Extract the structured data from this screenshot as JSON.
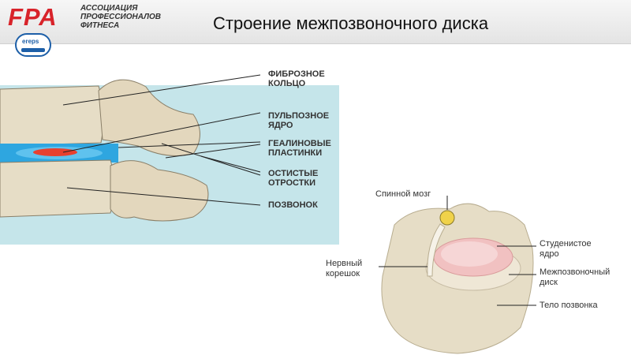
{
  "header": {
    "logo": "FPA",
    "org_lines": [
      "АССОЦИАЦИЯ",
      "ПРОФЕССИОНАЛОВ",
      "ФИТНЕСА"
    ],
    "title": "Строение межпозвоночного диска",
    "badge": "ereps"
  },
  "spine_diagram": {
    "labels": {
      "fibrous_ring": [
        "ФИБРОЗНОЕ",
        "КОЛЬЦО"
      ],
      "nucleus": [
        "ПУЛЬПОЗНОЕ",
        "ЯДРО"
      ],
      "hyaline": [
        "ГЕАЛИНОВЫЕ",
        "ПЛАСТИНКИ"
      ],
      "spinous": [
        "ОСТИСТЫЕ",
        "ОТРОСТКИ"
      ],
      "vertebra": [
        "ПОЗВОНОК"
      ]
    }
  },
  "disc_diagram": {
    "labels": {
      "spinal_cord": "Спинной мозг",
      "nerve_root": [
        "Нервный",
        "корешок"
      ],
      "gel_nucleus": [
        "Студенистое",
        "ядро"
      ],
      "disc": [
        "Межпозвоночный",
        "диск"
      ],
      "vertebral_body": "Тело позвонка"
    }
  },
  "colors": {
    "logo_red": "#d8232a",
    "panel_bg": "#c5e5ea",
    "disc_blue": "#2ea6e0",
    "nucleus_red": "#e8402f",
    "bone": "#e6ddc6",
    "nucleus_pink": "#f1c1c1"
  }
}
